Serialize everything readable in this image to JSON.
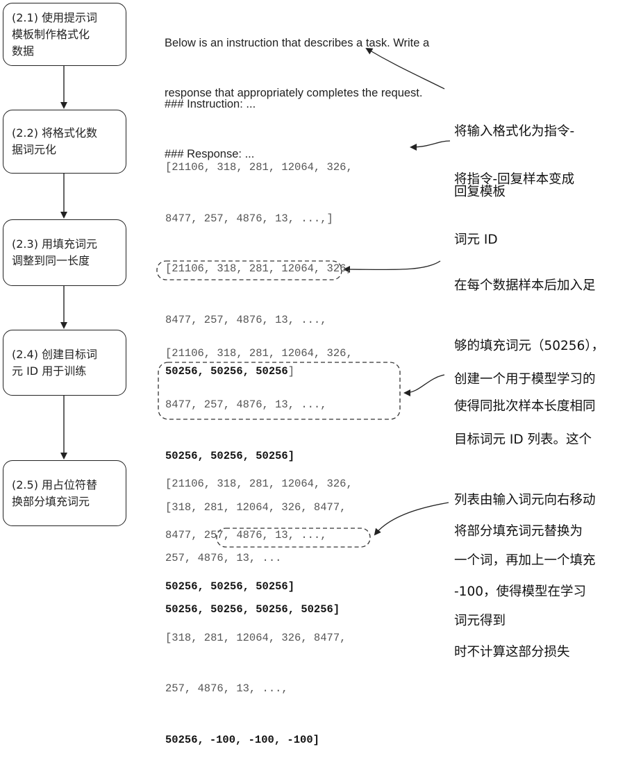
{
  "steps": [
    {
      "id": "2.1",
      "label": "(2.1) 使用提示词模板制作格式化数据",
      "lines": [
        "(2.1) 使用提示词",
        "模板制作格式化",
        "数据"
      ]
    },
    {
      "id": "2.2",
      "label": "(2.2) 将格式化数据词元化",
      "lines": [
        "(2.2) 将格式化数",
        "据词元化"
      ]
    },
    {
      "id": "2.3",
      "label": "(2.3) 用填充词元调整到同一长度",
      "lines": [
        "(2.3) 用填充词元",
        "调整到同一长度"
      ]
    },
    {
      "id": "2.4",
      "label": "(2.4) 创建目标词元 ID 用于训练",
      "lines": [
        "(2.4) 创建目标词",
        "元 ID 用于训练"
      ]
    },
    {
      "id": "2.5",
      "label": "(2.5) 用占位符替换部分填充词元",
      "lines": [
        "(2.5) 用占位符替",
        "换部分填充词元"
      ]
    }
  ],
  "template": {
    "intro": [
      "Below is an instruction that describes a task. Write a",
      "response that appropriately completes the request."
    ],
    "instruction": "### Instruction: ...",
    "response": "### Response: ..."
  },
  "tokens": {
    "tokenized": [
      "[21106, 318, 281, 12064, 326,",
      "8477, 257, 4876, 13, ...,]"
    ],
    "padded": [
      "[21106, 318, 281, 12064, 326,",
      "8477, 257, 4876, 13, ...,"
    ],
    "padding_line": "50256, 50256, 50256",
    "padding_close": "]",
    "inputs": [
      "[21106, 318, 281, 12064, 326,",
      "8477, 257, 4876, 13, ...,"
    ],
    "inputs_padding": "50256, 50256, 50256]",
    "targets": [
      "[318, 281, 12064, 326, 8477,",
      "257, 4876, 13, ..."
    ],
    "targets_padding": "50256, 50256, 50256, 50256]",
    "masked_inputs": [
      "[21106, 318, 281, 12064, 326,",
      "8477, 257, 4876, 13, ...,"
    ],
    "masked_inputs_padding": "50256, 50256, 50256]",
    "masked_targets": [
      "[318, 281, 12064, 326, 8477,",
      "257, 4876, 13, ...,"
    ],
    "masked_last_prefix": "50256,",
    "masked_last_values": "-100, -100, -100]"
  },
  "notes": [
    {
      "lines": [
        "将输入格式化为指令-",
        "回复模板"
      ]
    },
    {
      "lines": [
        "将指令-回复样本变成",
        "词元 ID"
      ]
    },
    {
      "lines": [
        "在每个数据样本后加入足",
        "够的填充词元（50256），",
        "使得同批次样本长度相同"
      ]
    },
    {
      "lines": [
        "创建一个用于模型学习的",
        "目标词元 ID 列表。这个",
        "列表由输入词元向右移动",
        "一个词，再加上一个填充",
        "词元得到"
      ]
    },
    {
      "lines": [
        "将部分填充词元替换为",
        "-100，使得模型在学习",
        "时不计算这部分损失"
      ]
    }
  ]
}
